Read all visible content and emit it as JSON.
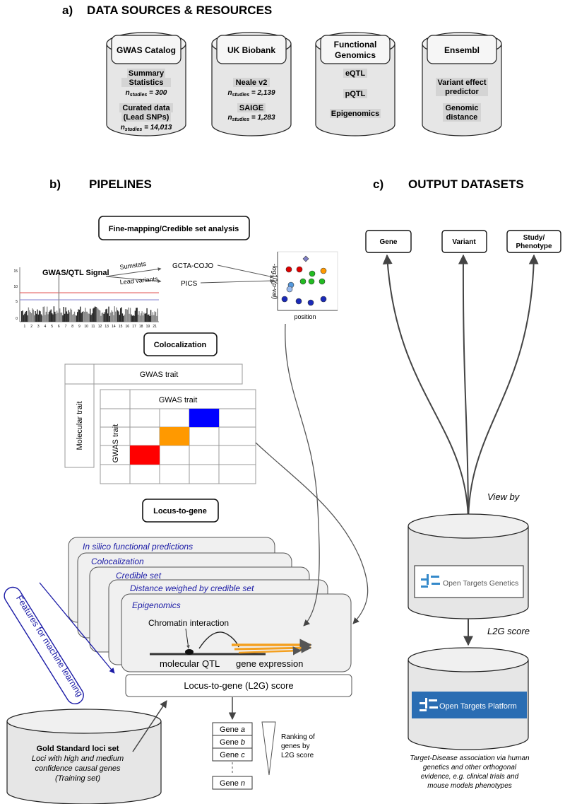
{
  "sections": {
    "a_letter": "a)",
    "a_title": "DATA SOURCES & RESOURCES",
    "b_letter": "b)",
    "b_title": "PIPELINES",
    "c_letter": "c)",
    "c_title": "OUTPUT DATASETS"
  },
  "sources": {
    "gwas": {
      "title": "GWAS Catalog",
      "l1": "Summary",
      "l2": "Statistics",
      "n1": "= 300",
      "l3": "Curated data",
      "l4": "(Lead SNPs)",
      "n2": "= 14,013"
    },
    "ukb": {
      "title": "UK Biobank",
      "l1": "Neale v2",
      "n1": "= 2,139",
      "l2": "SAIGE",
      "n2": "= 1,283"
    },
    "fg": {
      "title1": "Functional",
      "title2": "Genomics",
      "l1": "eQTL",
      "l2": "pQTL",
      "l3": "Epigenomics"
    },
    "ens": {
      "title": "Ensembl",
      "l1": "Variant effect",
      "l2": "predictor",
      "l3": "Genomic",
      "l4": "distance"
    },
    "n_label": "n",
    "n_sub": "studies"
  },
  "finemap": {
    "title": "Fine-mapping/Credible set analysis",
    "signal": "GWAS/QTL Signal",
    "sumstats": "Sumstats",
    "lead": "Lead variants",
    "cojo": "GCTA-COJO",
    "pics": "PICS",
    "yaxis": "-log10(p-val)",
    "xaxis": "position",
    "manhattan_ticks": [
      "15",
      "10",
      "5",
      "0"
    ],
    "chromosomes": [
      "1",
      "2",
      "3",
      "4",
      "5",
      "6",
      "7",
      "8",
      "9",
      "10",
      "11",
      "12",
      "13",
      "14",
      "15",
      "16",
      "17",
      "18",
      "19",
      "21"
    ]
  },
  "coloc": {
    "title": "Colocalization",
    "gwas_trait_top": "GWAS trait",
    "molecular_trait": "Molecular trait",
    "gwas_trait_inner": "GWAS trait",
    "gwas_trait_side": "GWAS trait",
    "colors": {
      "red": "#ff0000",
      "orange": "#ff9900",
      "blue": "#0000ff"
    }
  },
  "l2g": {
    "title": "Locus-to-gene",
    "cards": [
      "In silico functional predictions",
      "Colocalization",
      "Credible set",
      "Distance weighed by credible set",
      "Epigenomics"
    ],
    "chromatin": "Chromatin interaction",
    "mqtl": "molecular QTL",
    "gexpr": "gene expression",
    "features": "Features for machine learning",
    "score": "Locus-to-gene (L2G) score",
    "genes": [
      "Gene",
      "Gene",
      "Gene",
      "Gene"
    ],
    "gene_suffix": [
      "a",
      "b",
      "c",
      "n"
    ],
    "ranking1": "Ranking of",
    "ranking2": "genes by",
    "ranking3": "L2G score",
    "gold1": "Gold Standard loci set",
    "gold2": "Loci with high and medium",
    "gold3": "confidence causal genes",
    "gold4": "(Training set)"
  },
  "output": {
    "gene": "Gene",
    "variant": "Variant",
    "study1": "Study/",
    "study2": "Phenotype",
    "viewby": "View by",
    "otg": "Open Targets Genetics",
    "l2g_score": "L2G score",
    "otp": "Open Targets Platform",
    "foot1": "Target-Disease association via human",
    "foot2": "genetics and other orthogonal",
    "foot3": "evidence, e.g. clinical trials and",
    "foot4": "mouse models phenotypes"
  }
}
